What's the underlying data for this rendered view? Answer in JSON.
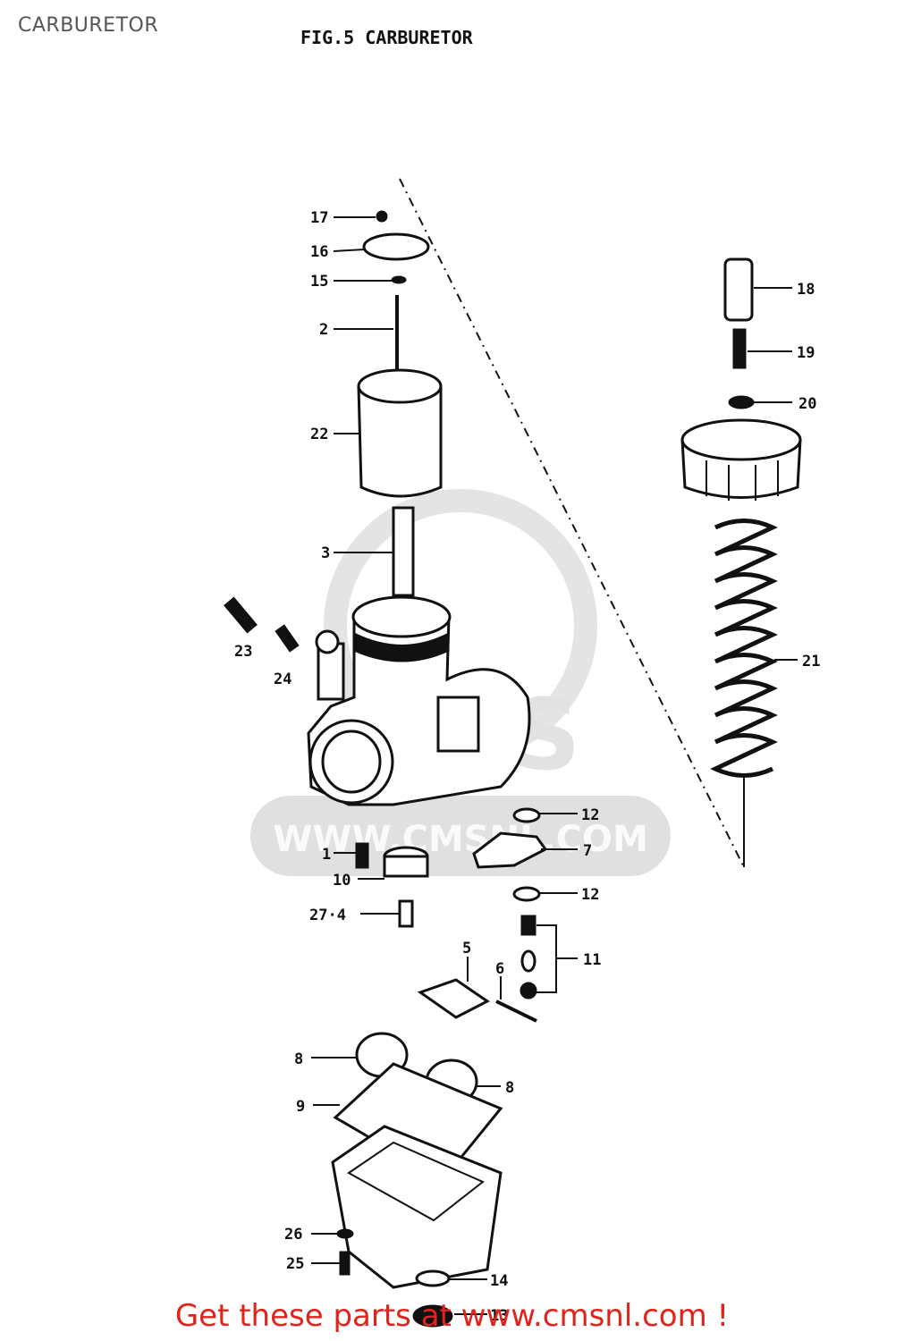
{
  "page": {
    "heading": "CARBURETOR",
    "figure_title": "FIG.5  CARBURETOR",
    "footer_link": "Get these parts at www.cmsnl.com !"
  },
  "watermark": {
    "text": "WWW.CMSNL.COM",
    "logo": "CMS",
    "color": "#d9d9d9"
  },
  "callouts": {
    "c17": "17",
    "c16": "16",
    "c15": "15",
    "c2": "2",
    "c22": "22",
    "c3": "3",
    "c23": "23",
    "c24": "24",
    "c18": "18",
    "c19": "19",
    "c20": "20",
    "c21": "21",
    "c12a": "12",
    "c7": "7",
    "c1": "1",
    "c10": "10",
    "c12b": "12",
    "c27_4": "27·4",
    "c11": "11",
    "c5": "5",
    "c6": "6",
    "c8a": "8",
    "c8b": "8",
    "c9": "9",
    "c26": "26",
    "c25": "25",
    "c14": "14",
    "c13": "13"
  },
  "colors": {
    "ink": "#111111",
    "banner": "#e0241b",
    "heading": "#555555"
  }
}
